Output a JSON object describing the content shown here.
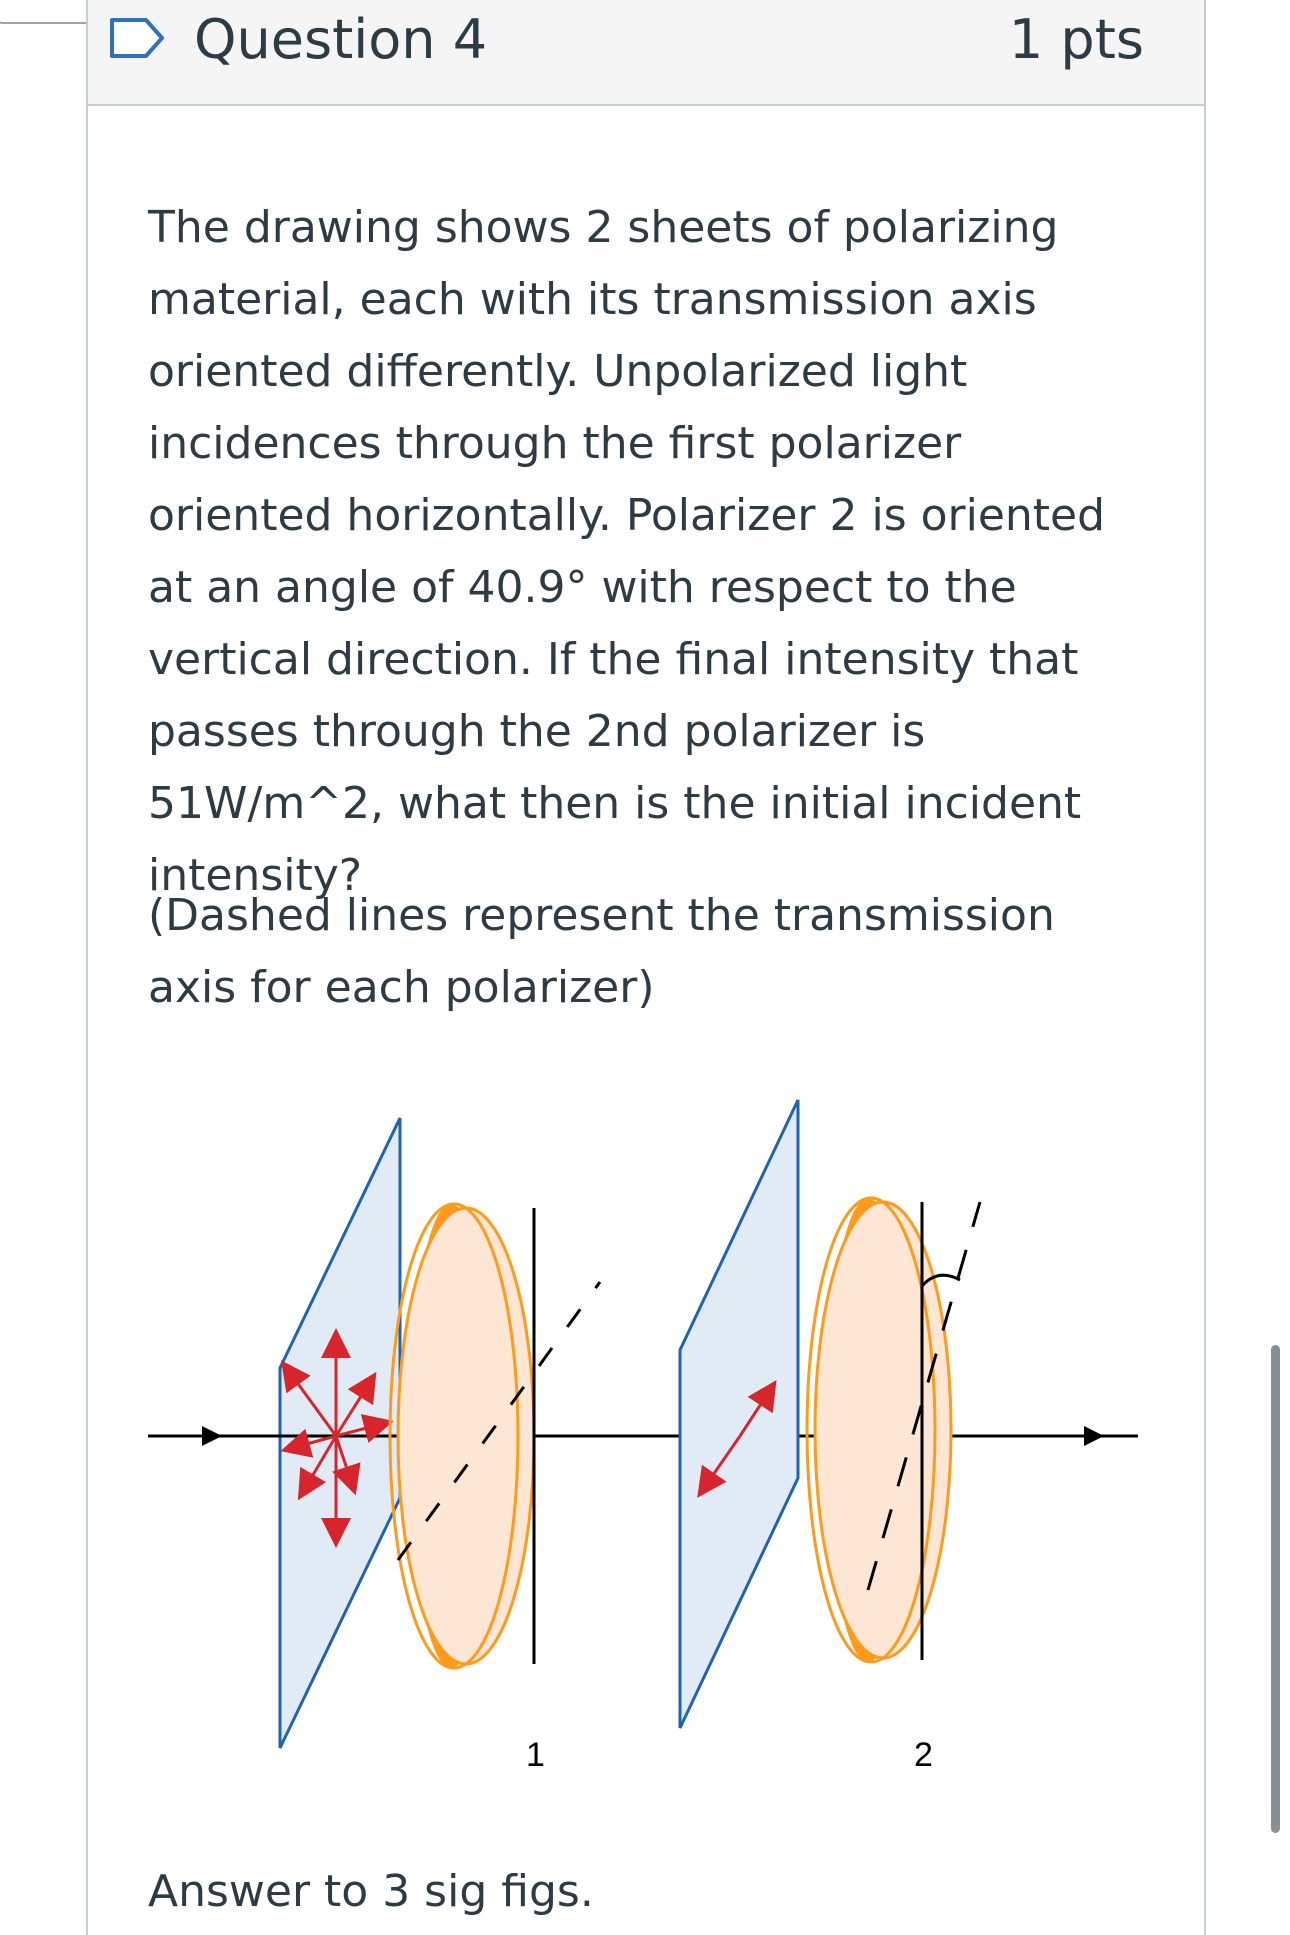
{
  "question": {
    "title": "Question 4",
    "points": "1 pts",
    "body": "The drawing shows 2 sheets of polarizing material, each with its transmission axis oriented differently. Unpolarized light incidences through the first polarizer oriented horizontally. Polarizer 2 is oriented at an angle of 40.9° with respect to the vertical direction. If the final intensity that passes through the 2nd polarizer is 51W/m^2, what then is the initial incident intensity?",
    "note": "(Dashed lines represent the transmission axis for each polarizer)",
    "answer_prompt": "Answer to 3 sig figs."
  },
  "figure": {
    "polarizer_1_label": "1",
    "polarizer_2_label": "2",
    "colors": {
      "plane_fill": "#e1ebf6",
      "plane_stroke": "#1f63b4",
      "disk_rim": "#ff9a1a",
      "disk_face": "#fde6d3",
      "arrow_red": "#d6262b",
      "beam": "#000000"
    }
  }
}
